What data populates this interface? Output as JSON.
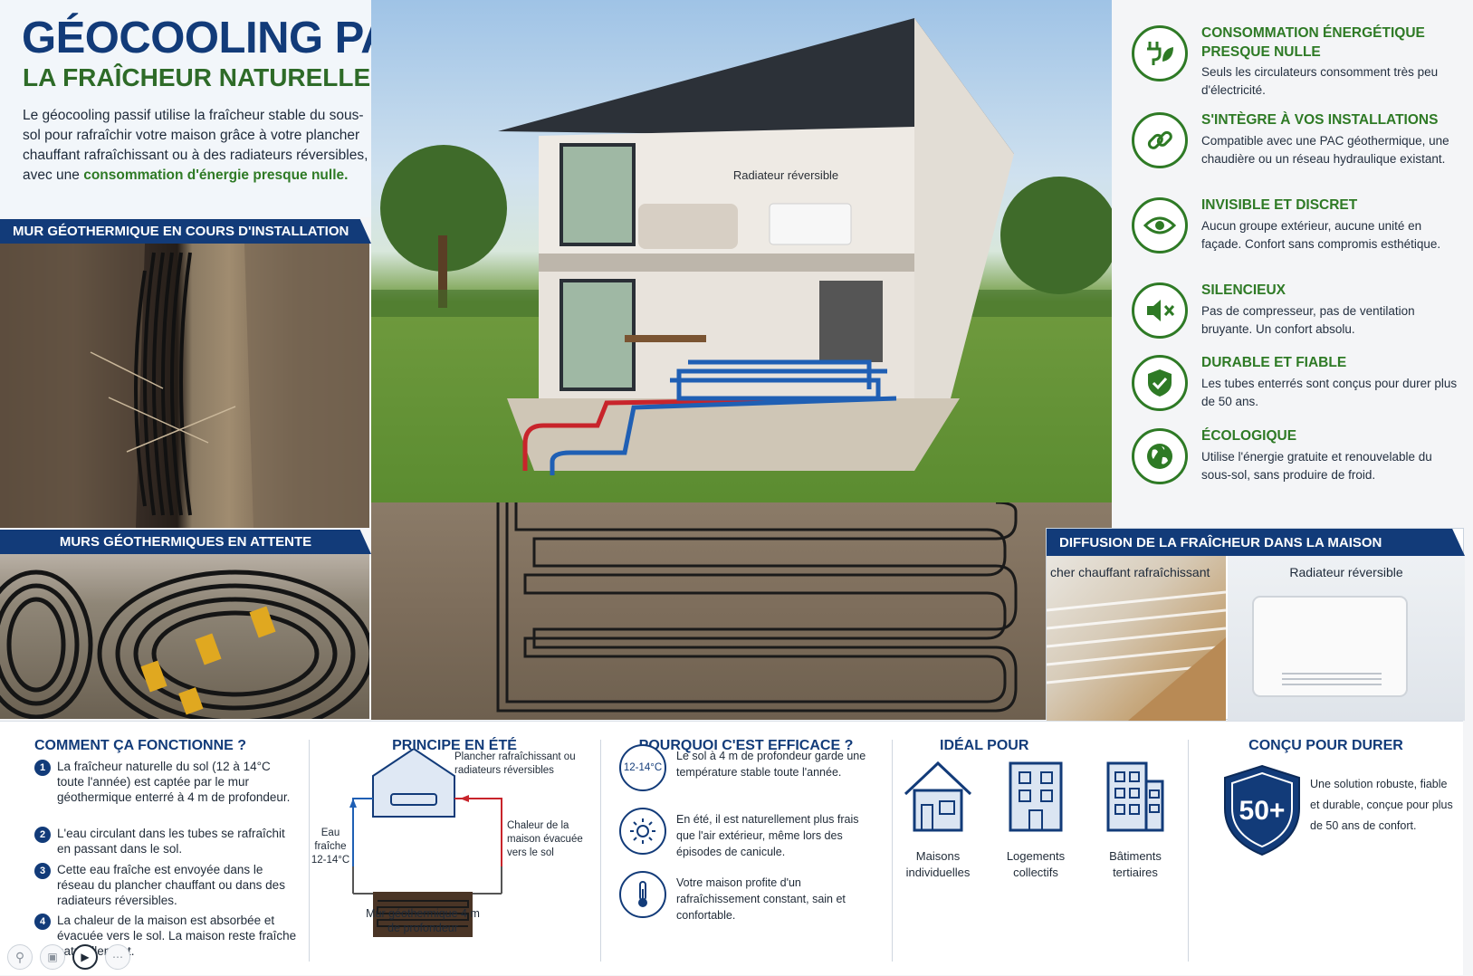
{
  "header": {
    "title": "GÉOCOOLING PASSIF",
    "subtitle": "LA FRAÎCHEUR NATURELLE DU SOL",
    "intro_text": "Le géocooling passif utilise la fraîcheur stable du sous-sol pour rafraîchir votre maison grâce à votre plancher chauffant rafraîchissant ou à des radiateurs réversibles, avec une ",
    "intro_highlight": "consommation d'énergie presque nulle."
  },
  "left_panels": {
    "wall_install_label": "MUR GÉOTHERMIQUE EN COURS D'INSTALLATION",
    "wall_waiting_label": "MURS GÉOTHERMIQUES EN ATTENTE"
  },
  "scene": {
    "radiator_label": "Radiateur réversible"
  },
  "features": [
    {
      "icon": "plug-leaf-icon",
      "title": "CONSOMMATION ÉNERGÉTIQUE PRESQUE NULLE",
      "desc": "Seuls les circulateurs consomment très peu d'électricité."
    },
    {
      "icon": "chain-link-icon",
      "title": "S'INTÈGRE À VOS INSTALLATIONS",
      "desc": "Compatible avec une PAC géothermique, une chaudière ou un réseau hydraulique existant."
    },
    {
      "icon": "eye-icon",
      "title": "INVISIBLE ET DISCRET",
      "desc": "Aucun groupe extérieur, aucune unité en façade. Confort sans compromis esthétique."
    },
    {
      "icon": "speaker-mute-icon",
      "title": "SILENCIEUX",
      "desc": "Pas de compresseur, pas de ventilation bruyante. Un confort absolu."
    },
    {
      "icon": "shield-check-icon",
      "title": "DURABLE ET FIABLE",
      "desc": "Les tubes enterrés sont conçus pour durer plus de 50 ans."
    },
    {
      "icon": "globe-icon",
      "title": "ÉCOLOGIQUE",
      "desc": "Utilise l'énergie gratuite et renouvelable du sous-sol, sans produire de froid."
    }
  ],
  "diffusion": {
    "title": "DIFFUSION DE LA FRAÎCHEUR DANS LA MAISON",
    "floor_label": "cher chauffant rafraîchissant",
    "radiator_label": "Radiateur réversible"
  },
  "how": {
    "title": "COMMENT ÇA FONCTIONNE ?",
    "steps": [
      {
        "n": "1",
        "text": "La fraîcheur naturelle du sol (12 à 14°C toute l'année) est captée par le mur géothermique enterré à 4 m de profondeur."
      },
      {
        "n": "2",
        "text": "L'eau circulant dans les tubes se rafraîchit en passant dans le sol."
      },
      {
        "n": "3",
        "text": "Cette eau fraîche est envoyée dans le réseau du plancher chauffant ou dans des radiateurs réversibles."
      },
      {
        "n": "4",
        "text": "La chaleur de la maison est absorbée et évacuée vers le sol. La maison reste fraîche naturellement."
      }
    ]
  },
  "principle": {
    "title": "PRINCIPE EN ÉTÉ",
    "label_top": "Plancher rafraîchissant ou radiateurs réversibles",
    "label_left": "Eau fraîche 12-14°C",
    "label_right": "Chaleur de la maison évacuée vers le sol",
    "label_bottom": "Mur géothermique 4 m de profondeur"
  },
  "why": {
    "title": "POURQUOI C'EST EFFICACE ?",
    "items": [
      {
        "badge": "12-14°C",
        "text": "Le sol à 4 m de profondeur garde une température stable toute l'année."
      },
      {
        "badge": "",
        "icon": "sun-icon",
        "text": "En été, il est naturellement plus frais que l'air extérieur, même lors des épisodes de canicule."
      },
      {
        "badge": "",
        "icon": "thermometer-icon",
        "text": "Votre maison profite d'un rafraîchissement constant, sain et confortable."
      }
    ]
  },
  "ideal": {
    "title": "IDÉAL POUR",
    "items": [
      {
        "icon": "house-icon",
        "label": "Maisons individuelles"
      },
      {
        "icon": "apartment-icon",
        "label": "Logements collectifs"
      },
      {
        "icon": "office-building-icon",
        "label": "Bâtiments tertiaires"
      }
    ]
  },
  "durable": {
    "title": "CONÇU POUR DURER",
    "badge": "50+",
    "text": "Une solution robuste, fiable et durable, conçue pour plus de 50 ans de confort."
  },
  "colors": {
    "navy": "#123b79",
    "green": "#2e7a25",
    "red": "#c8242b",
    "blue": "#1f5fb4"
  }
}
